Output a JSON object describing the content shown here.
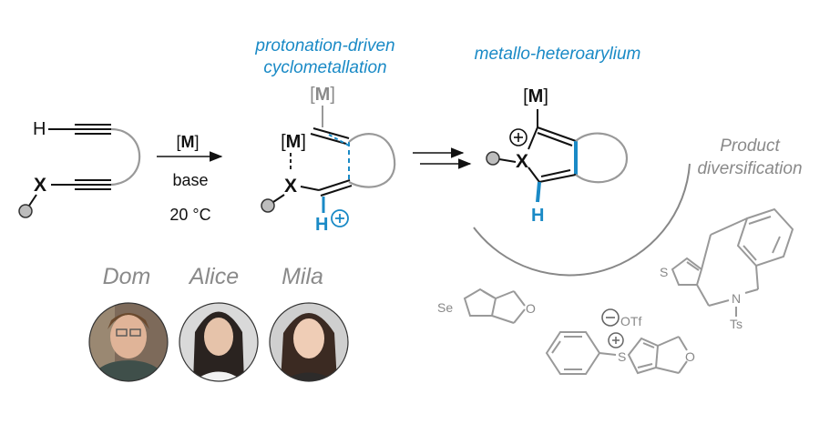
{
  "headings": {
    "step1_line1": "protonation-driven",
    "step1_line2": "cyclometallation",
    "step2": "metallo-heteroarylium",
    "diversification_line1": "Product",
    "diversification_line2": "diversification"
  },
  "reagents": {
    "metal": "M",
    "base": "base",
    "temperature": "20 °C"
  },
  "atoms": {
    "hydrogen": "H",
    "heteroatom": "X",
    "selenium": "Se",
    "oxygen": "O",
    "sulfur": "S",
    "nitrogen": "N",
    "tosyl": "Ts",
    "triflate": "OTf"
  },
  "team": [
    {
      "name": "Dom"
    },
    {
      "name": "Alice"
    },
    {
      "name": "Mila"
    }
  ],
  "colors": {
    "accent_blue": "#1a8ac6",
    "grey": "#8a8a8a",
    "black": "#111111"
  }
}
